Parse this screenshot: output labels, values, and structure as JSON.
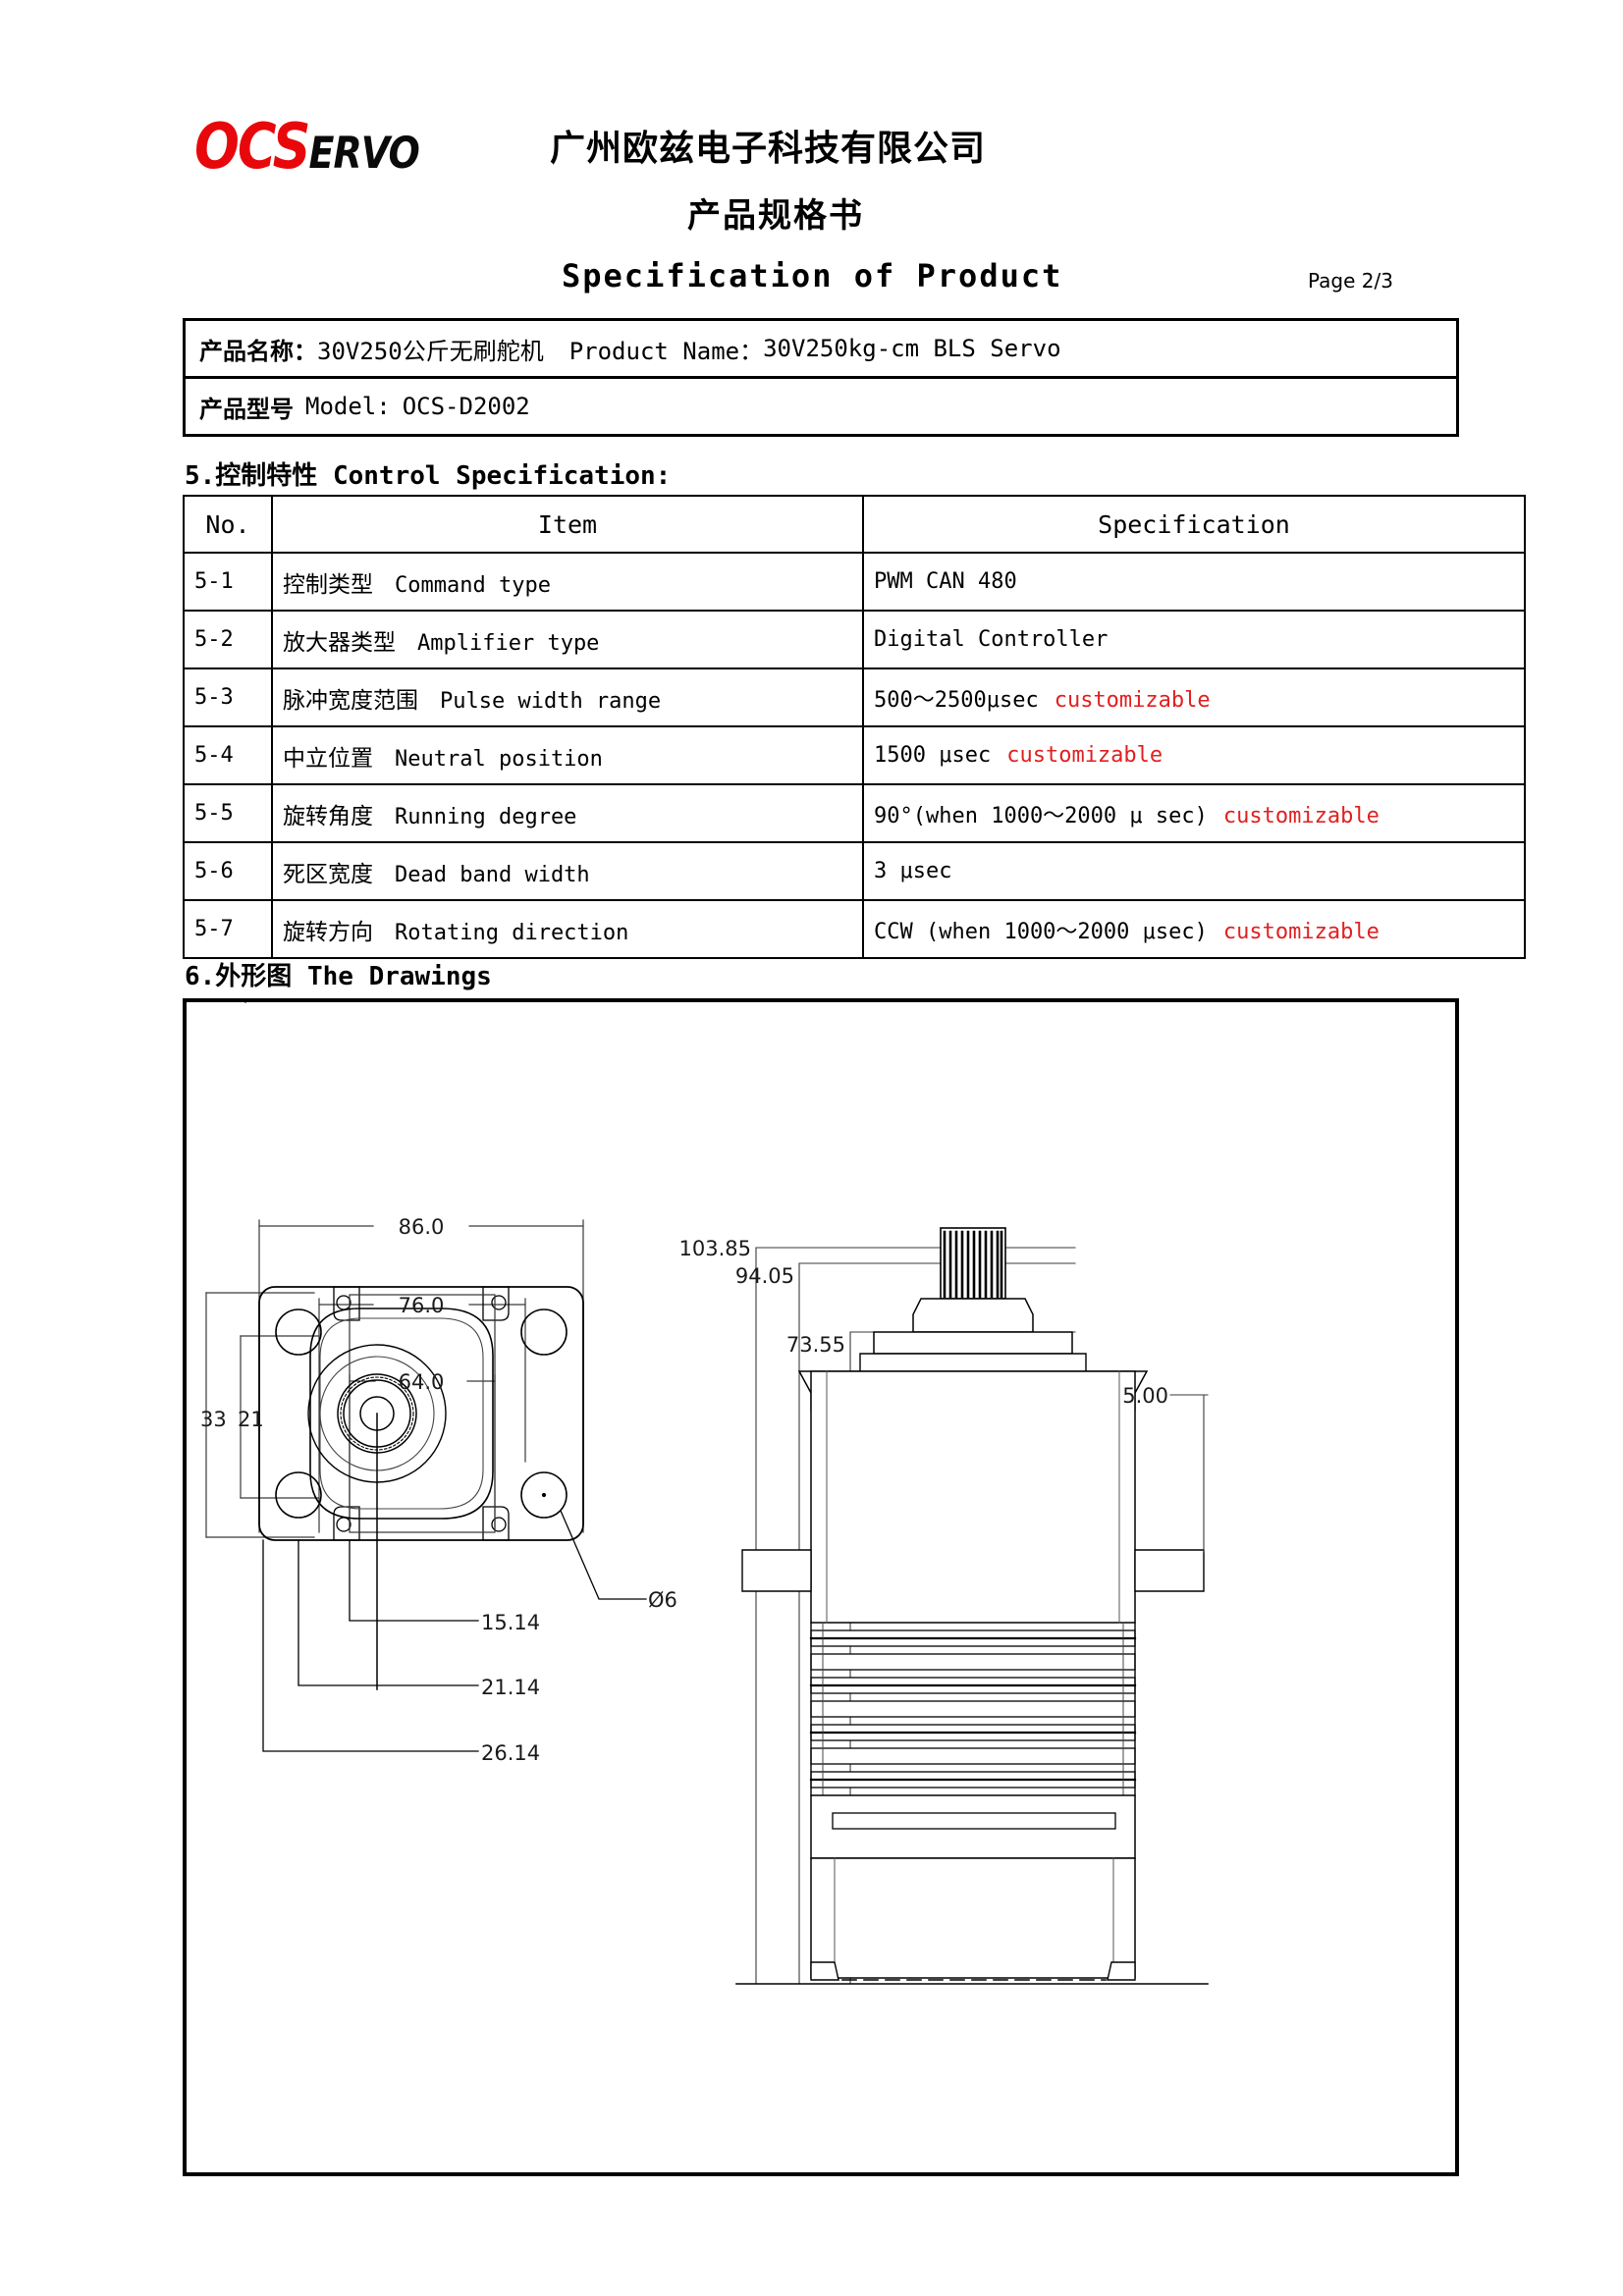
{
  "header": {
    "logo_primary": "OCS",
    "logo_secondary": "ERVO",
    "company_name": "广州欧兹电子科技有限公司",
    "doc_title_cn": "产品规格书",
    "doc_title_en": "Specification of Product",
    "page_number": "Page 2/3",
    "logo_color": "#e8080c"
  },
  "product": {
    "name_line": "产品名称：30V250公斤无刷舵机  Product Name：30V250kg-cm BLS Servo",
    "name_cn_label": "产品名称：",
    "name_cn_value": "30V250公斤无刷舵机",
    "name_en_label": "Product Name：",
    "name_en_value": "30V250kg-cm BLS Servo",
    "model_cn_label": "产品型号",
    "model_en_label": "Model:",
    "model_value": "OCS-D2002"
  },
  "section5": {
    "number": "5.",
    "title_cn": "控制特性",
    "title_en": "Control Specification:",
    "heading": "5.控制特性  Control Specification:",
    "columns": [
      "No.",
      "Item",
      "Specification"
    ],
    "rows": [
      {
        "no": "5-1",
        "item_cn": "控制类型",
        "item_en": "Command type",
        "spec": "PWM  CAN  480",
        "spec_note": ""
      },
      {
        "no": "5-2",
        "item_cn": "放大器类型",
        "item_en": "Amplifier type",
        "spec": "Digital Controller",
        "spec_note": ""
      },
      {
        "no": "5-3",
        "item_cn": "脉冲宽度范围",
        "item_en": "Pulse width range",
        "spec": "500～2500μsec",
        "spec_note": "customizable"
      },
      {
        "no": "5-4",
        "item_cn": "中立位置",
        "item_en": "Neutral position",
        "spec": "1500 μsec",
        "spec_note": "customizable"
      },
      {
        "no": "5-5",
        "item_cn": "旋转角度",
        "item_en": "Running degree",
        "spec": "90°(when 1000～2000 μ sec)",
        "spec_note": "customizable"
      },
      {
        "no": "5-6",
        "item_cn": "死区宽度",
        "item_en": "Dead band width",
        "spec": "3 μsec",
        "spec_note": ""
      },
      {
        "no": "5-7",
        "item_cn": "旋转方向",
        "item_en": "Rotating direction",
        "spec": "CCW    (when 1000～2000 μsec)",
        "spec_note": "customizable"
      }
    ],
    "note_color": "#e02020"
  },
  "section6": {
    "number": "6.",
    "title_cn": "外形图",
    "title_en": "The Drawings",
    "heading": "6.外形图 The Drawings"
  },
  "drawing": {
    "top_view_dimensions": {
      "width_overall": "86.0",
      "width_mount_holes": "76.0",
      "width_inner": "64.0",
      "height_overall": "33",
      "height_mount_holes": "21",
      "offset_a": "15.14",
      "offset_b": "21.14",
      "offset_c": "26.14",
      "hole_diameter": "Ø6"
    },
    "side_view_dimensions": {
      "height_total": "103.85",
      "height_body_top": "94.05",
      "height_body": "73.55",
      "flange_thickness": "5.00"
    }
  }
}
